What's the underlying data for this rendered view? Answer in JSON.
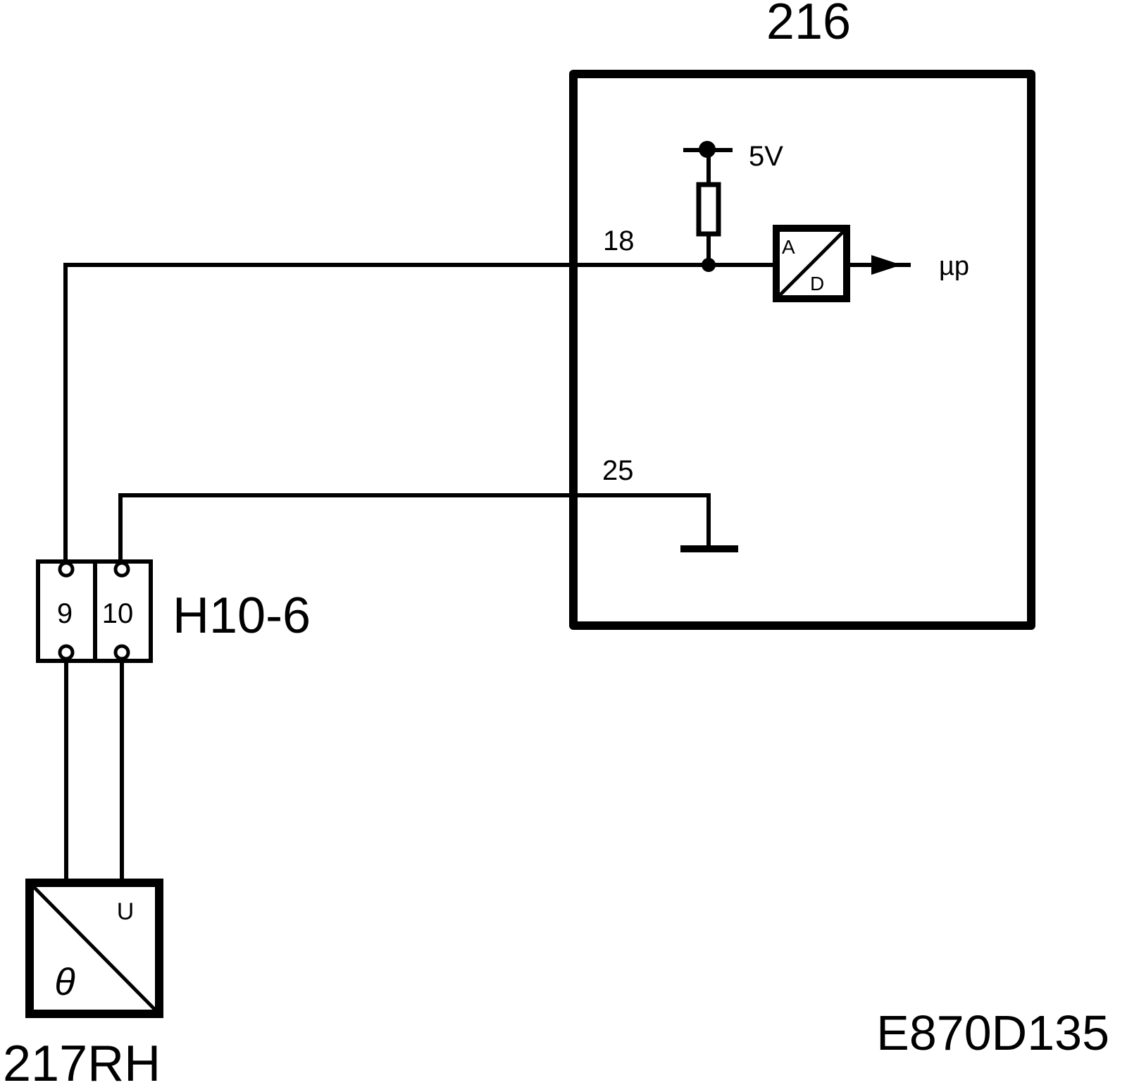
{
  "control_module": {
    "label": "216"
  },
  "supply": {
    "label": "5V"
  },
  "pins": {
    "signal": "18",
    "ground": "25"
  },
  "converter": {
    "top_letter": "A",
    "bottom_letter": "D",
    "output_label": "µp"
  },
  "connector": {
    "label": "H10-6",
    "pin_a": "9",
    "pin_b": "10"
  },
  "sensor": {
    "label": "217RH",
    "input_symbol": "θ",
    "output_symbol": "U"
  },
  "diagram_code": "E870D135"
}
